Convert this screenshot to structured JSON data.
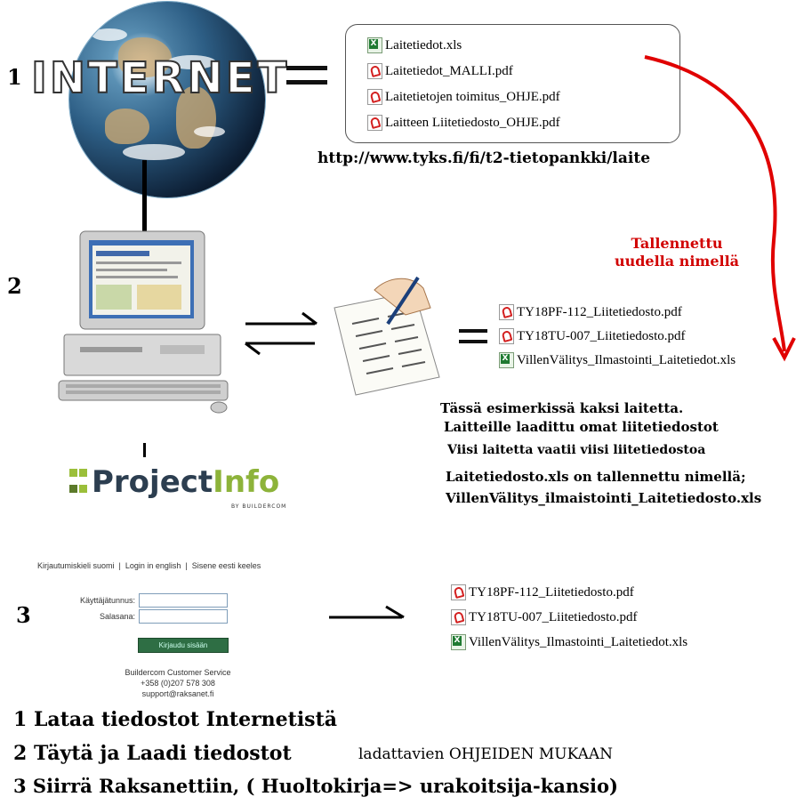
{
  "step1": {
    "number": "1",
    "globe_word": "INTERNET",
    "files": [
      {
        "name": "Laitetiedot.xls",
        "type": "xls"
      },
      {
        "name": "Laitetiedot_MALLI.pdf",
        "type": "pdf"
      },
      {
        "name": "Laitetietojen toimitus_OHJE.pdf",
        "type": "pdf"
      },
      {
        "name": "Laitteen Liitetiedosto_OHJE.pdf",
        "type": "pdf"
      }
    ],
    "url": "http://www.tyks.fi/fi/t2-tietopankki/laite"
  },
  "saved_note": "Tallennettu uudella nimellä",
  "step2": {
    "number": "2",
    "files": [
      {
        "name": "TY18PF-112_Liitetiedosto.pdf",
        "type": "pdf"
      },
      {
        "name": "TY18TU-007_Liitetiedosto.pdf",
        "type": "pdf"
      },
      {
        "name": "VillenVälitys_Ilmastointi_Laitetiedot.xls",
        "type": "xls"
      }
    ],
    "notes": [
      "Tässä esimerkissä kaksi laitetta.",
      "Laitteille laadittu omat liitetiedostot",
      "Viisi laitetta vaatii viisi liitetiedostoa",
      "Laitetiedosto.xls on tallennettu nimellä;",
      "VillenVälitys_ilmaistointi_Laitetiedosto.xls"
    ]
  },
  "logo": {
    "part1": "Project",
    "part2": "Info",
    "sub": "BY BUILDERCOM"
  },
  "step3": {
    "number": "3",
    "login": {
      "languages": "Kirjautumiskieli suomi  |  Login in english  |  Sisene eesti keeles",
      "username_label": "Käyttäjätunnus:",
      "password_label": "Salasana:",
      "button": "Kirjaudu sisään",
      "service_name": "Buildercom Customer Service",
      "phone": "+358 (0)207 578 308",
      "email": "support@raksanet.fi"
    },
    "files": [
      {
        "name": "TY18PF-112_Liitetiedosto.pdf",
        "type": "pdf"
      },
      {
        "name": "TY18TU-007_Liitetiedosto.pdf",
        "type": "pdf"
      },
      {
        "name": "VillenVälitys_Ilmastointi_Laitetiedot.xls",
        "type": "xls"
      }
    ]
  },
  "bottom": {
    "line1": "1 Lataa tiedostot Internetistä",
    "line2": "2 Täytä ja Laadi tiedostot",
    "line2_note": "ladattavien OHJEIDEN MUKAAN",
    "line3": "3 Siirrä Raksanettiin, ( Huoltokirja=> urakoitsija-kansio)"
  },
  "colors": {
    "red_arrow": "#e00000",
    "logo_green": "#8db33a",
    "logo_dark": "#2c3e50"
  }
}
